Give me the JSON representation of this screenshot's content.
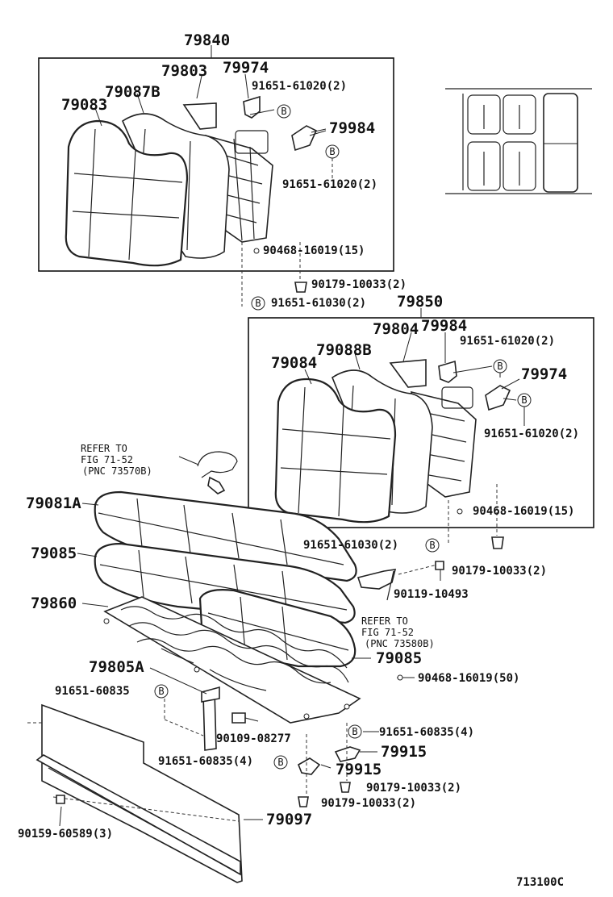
{
  "labels": {
    "l79840": "79840",
    "l79803": "79803",
    "l79974a": "79974",
    "l79087B": "79087B",
    "l79083": "79083",
    "l91651_61020_2a": "91651-61020(2)",
    "l79984a": "79984",
    "l91651_61020_2b": "91651-61020(2)",
    "l90468_16019_15a": "90468-16019(15)",
    "l90179_10033_2a": "90179-10033(2)",
    "l91651_61030_2a": "91651-61030(2)",
    "l79850": "79850",
    "l79804": "79804",
    "l79984b": "79984",
    "l91651_61020_2c": "91651-61020(2)",
    "l79088B": "79088B",
    "l79084": "79084",
    "l79974b": "79974",
    "l91651_61020_2d": "91651-61020(2)",
    "l90468_16019_15b": "90468-16019(15)",
    "l91651_61030_2b": "91651-61030(2)",
    "l90179_10033_2b": "90179-10033(2)",
    "l90119_10493": "90119-10493",
    "refer1_a": "REFER TO",
    "refer1_b": "FIG 71-52",
    "refer1_c": "(PNC 73570B)",
    "refer2_a": "REFER TO",
    "refer2_b": "FIG 71-52",
    "refer2_c": "(PNC 73580B)",
    "l79081A": "79081A",
    "l79085a": "79085",
    "l79860": "79860",
    "l79085b": "79085",
    "l79805A": "79805A",
    "l91651_60835": "91651-60835",
    "l90468_16019_50": "90468-16019(50)",
    "l90109_08277": "90109-08277",
    "l91651_60835_4a": "91651-60835(4)",
    "l91651_60835_4b": "91651-60835(4)",
    "l79915a": "79915",
    "l79915b": "79915",
    "l90179_10033_2c": "90179-10033(2)",
    "l90179_10033_2d": "90179-10033(2)",
    "l90159_60589_3": "90159-60589(3)",
    "l79097": "79097",
    "figure_code": "713100C"
  },
  "callout_letter": "B"
}
